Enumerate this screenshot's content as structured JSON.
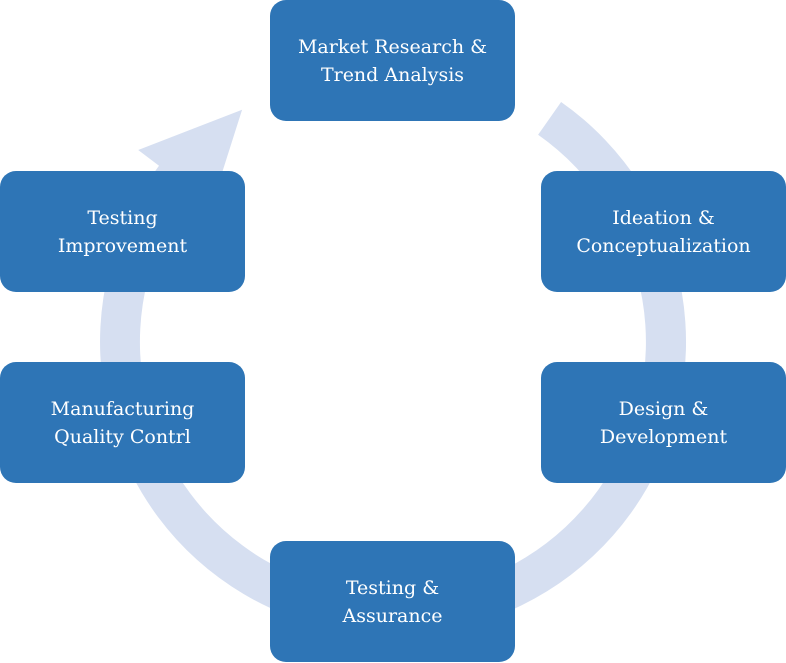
{
  "colors": {
    "box_fill": "#2e75b6",
    "box_text": "#ffffff",
    "cycle_arrow": "#d6dff1",
    "background": "#ffffff"
  },
  "cycle": {
    "direction": "clockwise",
    "arrow_icon": "circular-arrow-icon",
    "steps": [
      {
        "line1": "Market Research &",
        "line2": "Trend Analysis"
      },
      {
        "line1": "Ideation &",
        "line2": "Conceptualization"
      },
      {
        "line1": "Design &",
        "line2": "Development"
      },
      {
        "line1": "Testing &",
        "line2": "Assurance"
      },
      {
        "line1": "Manufacturing",
        "line2": "Quality Contrl"
      },
      {
        "line1": "Testing",
        "line2": "Improvement"
      }
    ]
  }
}
